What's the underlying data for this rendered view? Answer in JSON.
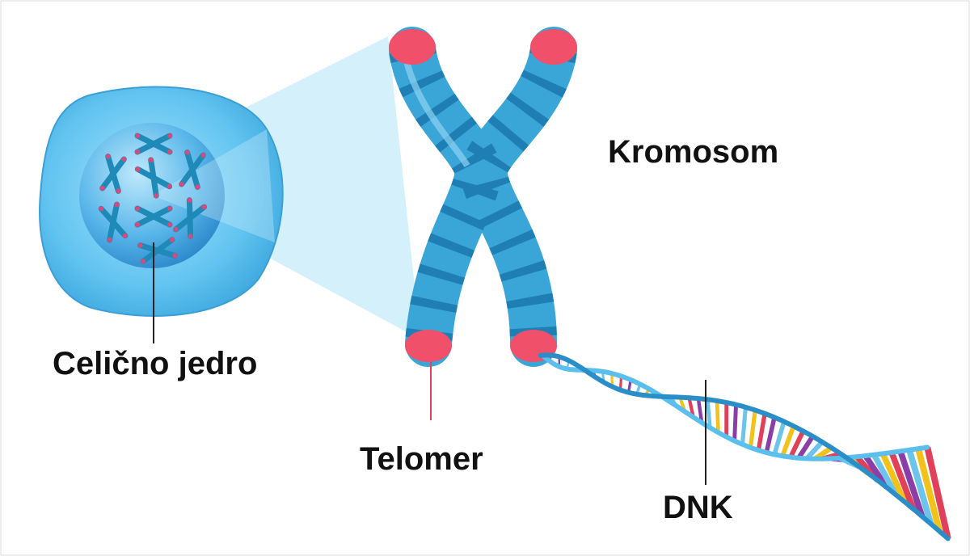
{
  "labels": {
    "chromosome": "Kromosom",
    "nucleus": "Celično jedro",
    "telomere": "Telomer",
    "dna": "DNK"
  },
  "colors": {
    "cell": "#5bbfee",
    "nucleus": "#2f9ad6",
    "chromosome": "#3aa6d8",
    "band": "#1f7fb4",
    "telomere": "#f0506a",
    "cone": "#cfeefb",
    "dna_backbone": "#3aa6d8",
    "dna_rungs": [
      "#f2c21b",
      "#e0405a",
      "#8a3fa8",
      "#6cc4ea"
    ]
  }
}
